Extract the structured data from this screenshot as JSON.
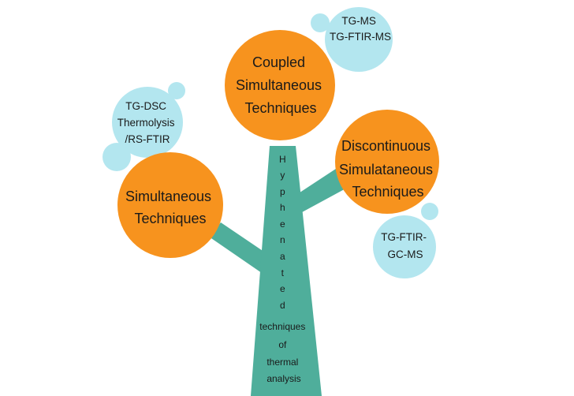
{
  "colors": {
    "trunk": "#4fae9b",
    "orange": "#f7931e",
    "bubble": "#b3e6ef",
    "text": "#1a1a1a"
  },
  "nodes": {
    "coupled": [
      "Coupled",
      "Simultaneous",
      "Techniques"
    ],
    "discontinuous": [
      "Discontinuous",
      "Simulataneous",
      "Techniques"
    ],
    "simultaneous": [
      "Simultaneous",
      "Techniques"
    ]
  },
  "examples": {
    "coupled": [
      "TG-MS",
      "TG-FTIR-MS"
    ],
    "simultaneous": [
      "TG-DSC",
      "Thermolysis",
      "/RS-FTIR"
    ],
    "discontinuous": [
      "TG-FTIR-",
      "GC-MS"
    ]
  },
  "trunk_label": {
    "vertical_letters": [
      "H",
      "y",
      "p",
      "h",
      "e",
      "n",
      "a",
      "t",
      "e",
      "d"
    ],
    "lines": [
      "techniques",
      "of",
      "thermal",
      "analysis"
    ]
  }
}
